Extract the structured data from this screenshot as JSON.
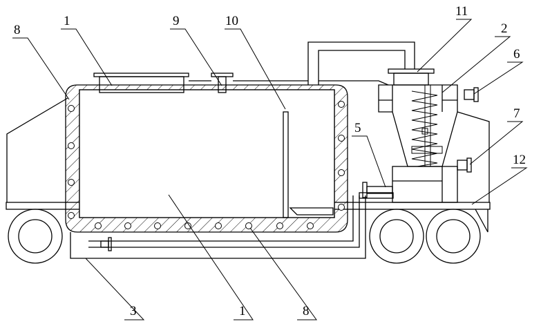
{
  "figure": {
    "type": "patent-line-drawing",
    "subject": "tank truck with tank and spiral mixing hopper",
    "stroke_color": "#000000",
    "background": "#ffffff"
  },
  "labels": {
    "tank_top_cover": "1",
    "tank_body": "1",
    "hopper": "2",
    "bottom_pipe": "3",
    "inlet_pipe": "5",
    "motor_upper": "6",
    "motor_lower": "7",
    "heater_top_left": "8",
    "heater_bottom": "8",
    "valve": "9",
    "baffle": "10",
    "feed_box": "11",
    "chassis": "12"
  }
}
